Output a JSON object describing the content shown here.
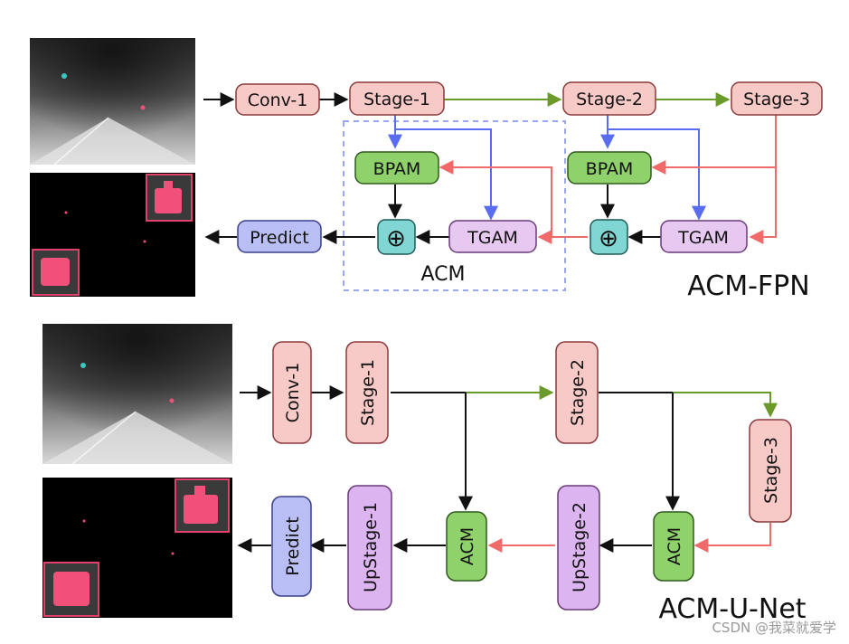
{
  "fpn": {
    "conv1": "Conv-1",
    "stage1": "Stage-1",
    "stage2": "Stage-2",
    "stage3": "Stage-3",
    "bpam": "BPAM",
    "tgam": "TGAM",
    "predict": "Predict",
    "acm_label": "ACM",
    "title": "ACM-FPN",
    "sum_symbol": "⊕"
  },
  "unet": {
    "conv1": "Conv-1",
    "stage1": "Stage-1",
    "stage2": "Stage-2",
    "stage3": "Stage-3",
    "acm": "ACM",
    "upstage1": "UpStage-1",
    "upstage2": "UpStage-2",
    "predict": "Predict",
    "title": "ACM-U-Net"
  },
  "watermark": "CSDN @我菜就爱学",
  "colors": {
    "stage_fill": "#f7c9c7",
    "stage_stroke": "#8a3a3a",
    "bpam_fill": "#8fd16a",
    "tgam_fill": "#e7c8f0",
    "predict_fill": "#b9bff5",
    "sum_fill": "#7fd6d2",
    "upstage_fill": "#dcb4ef",
    "arrow_green": "#6a9a2a",
    "arrow_blue": "#5a6cf0",
    "arrow_red": "#f06a6a",
    "dashed_box": "#9aa8f0",
    "target_pink": "#f0507a",
    "target_cyan": "#39c7c0"
  }
}
